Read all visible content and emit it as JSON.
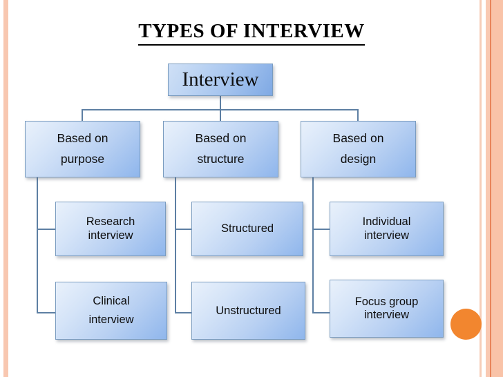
{
  "slide": {
    "title": "TYPES OF INTERVIEW",
    "background_color": "#ffffff",
    "accent_color": "#f2862f",
    "border_color": "#f9c3a8",
    "connector_color": "#5d7fa3",
    "node_border_color": "#7a9cc0"
  },
  "diagram": {
    "type": "tree",
    "root": {
      "label": "Interview"
    },
    "branches": [
      {
        "parent": "Based on\npurpose",
        "parent_label": "Based on purpose",
        "children": [
          {
            "label": "Research\ninterview",
            "text": "Research interview"
          },
          {
            "label": "Clinical\ninterview",
            "text": "Clinical interview"
          }
        ]
      },
      {
        "parent": "Based on\nstructure",
        "parent_label": "Based on structure",
        "children": [
          {
            "label": "Structured",
            "text": "Structured"
          },
          {
            "label": "Unstructured",
            "text": "Unstructured"
          }
        ]
      },
      {
        "parent": "Based on\ndesign",
        "parent_label": "Based on design",
        "children": [
          {
            "label": "Individual\ninterview",
            "text": "Individual interview"
          },
          {
            "label": "Focus group\ninterview",
            "text": "Focus group interview"
          }
        ]
      }
    ]
  }
}
